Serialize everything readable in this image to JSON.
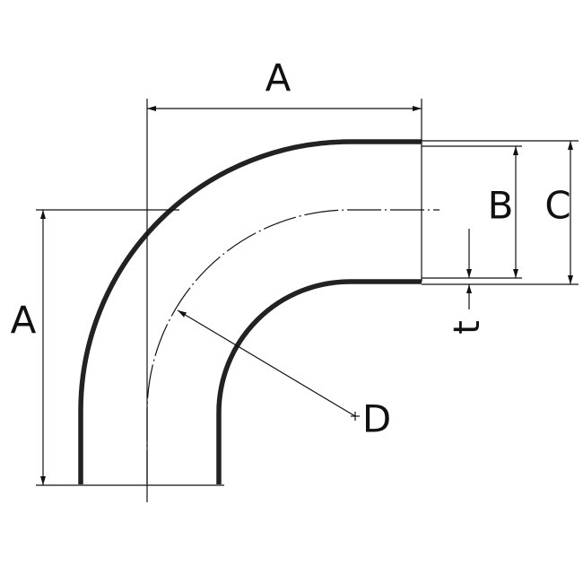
{
  "diagram": {
    "labels": {
      "top_a": "A",
      "left_a": "A",
      "b": "B",
      "c": "C",
      "t": "t",
      "d": "D"
    },
    "colors": {
      "line": "#111111",
      "wall": "#222222",
      "background": "#ffffff"
    }
  }
}
